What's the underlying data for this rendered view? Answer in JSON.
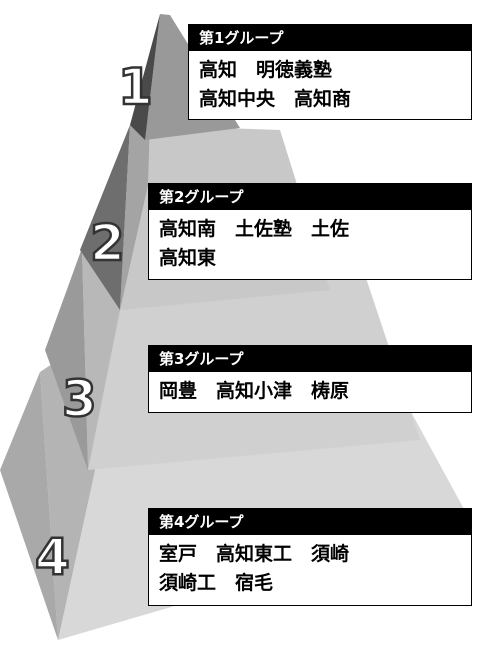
{
  "tiers": [
    {
      "number": "1",
      "title": "第1グループ",
      "lines": [
        "高知　明徳義塾",
        "高知中央　高知商"
      ]
    },
    {
      "number": "2",
      "title": "第2グループ",
      "lines": [
        "高知南　土佐塾　土佐",
        "高知東"
      ]
    },
    {
      "number": "3",
      "title": "第3グループ",
      "lines": [
        "岡豊　高知小津　梼原"
      ]
    },
    {
      "number": "4",
      "title": "第4グループ",
      "lines": [
        "室戸　高知東工　須崎",
        "須崎工　宿毛"
      ]
    }
  ],
  "colors": {
    "left_face": "#a9a9a9",
    "right_face": "#d8d8d8",
    "step_top": "#c0c0c0",
    "dark_face": "#5a5a5a",
    "number_fill": "#ffffff",
    "number_stroke": "#333333"
  }
}
